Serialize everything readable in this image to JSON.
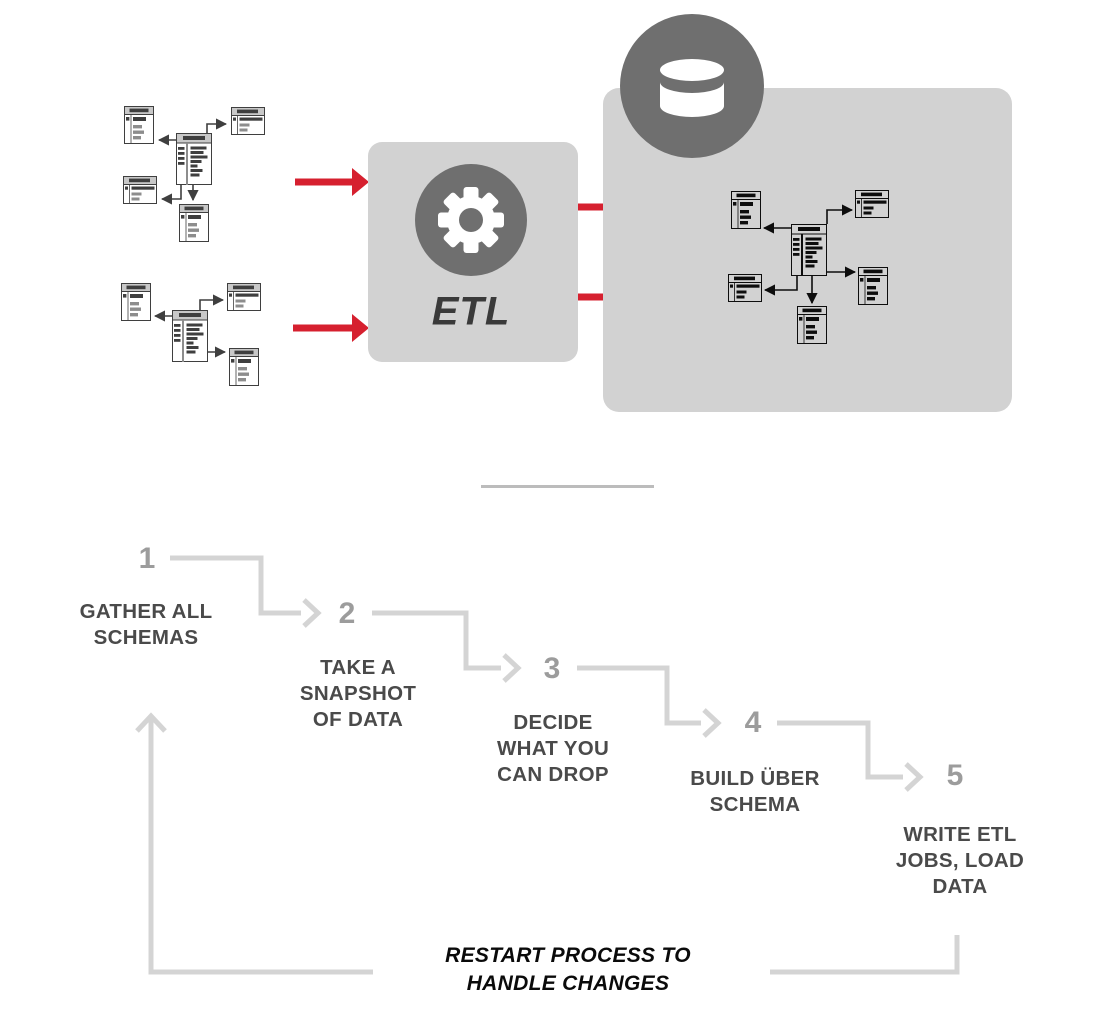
{
  "etl": {
    "label": "ETL"
  },
  "steps": [
    {
      "number": "1",
      "label": "GATHER ALL\nSCHEMAS"
    },
    {
      "number": "2",
      "label": "TAKE A\nSNAPSHOT\nOF DATA"
    },
    {
      "number": "3",
      "label": "DECIDE\nWHAT YOU\nCAN DROP"
    },
    {
      "number": "4",
      "label": "BUILD ÜBER\nSCHEMA"
    },
    {
      "number": "5",
      "label": "WRITE ETL\nJOBS, LOAD\nDATA"
    }
  ],
  "restart": {
    "label": "RESTART PROCESS TO\nHANDLE CHANGES"
  },
  "icons": {
    "gear": "gear-icon ⚙",
    "database": "database-cylinder-icon ⛁",
    "schema_table": "db-table-icon ▤"
  },
  "colors": {
    "accent_red": "#d6202f",
    "panel_gray": "#d2d2d2",
    "icon_circle_gray": "#6f6f6f",
    "connector_gray": "#d4d4d4",
    "step_number_gray": "#9c9c9c",
    "step_label_gray": "#4a4a4a",
    "restart_text_black": "#0a0a0a",
    "divider_gray": "#bcbcbc"
  }
}
